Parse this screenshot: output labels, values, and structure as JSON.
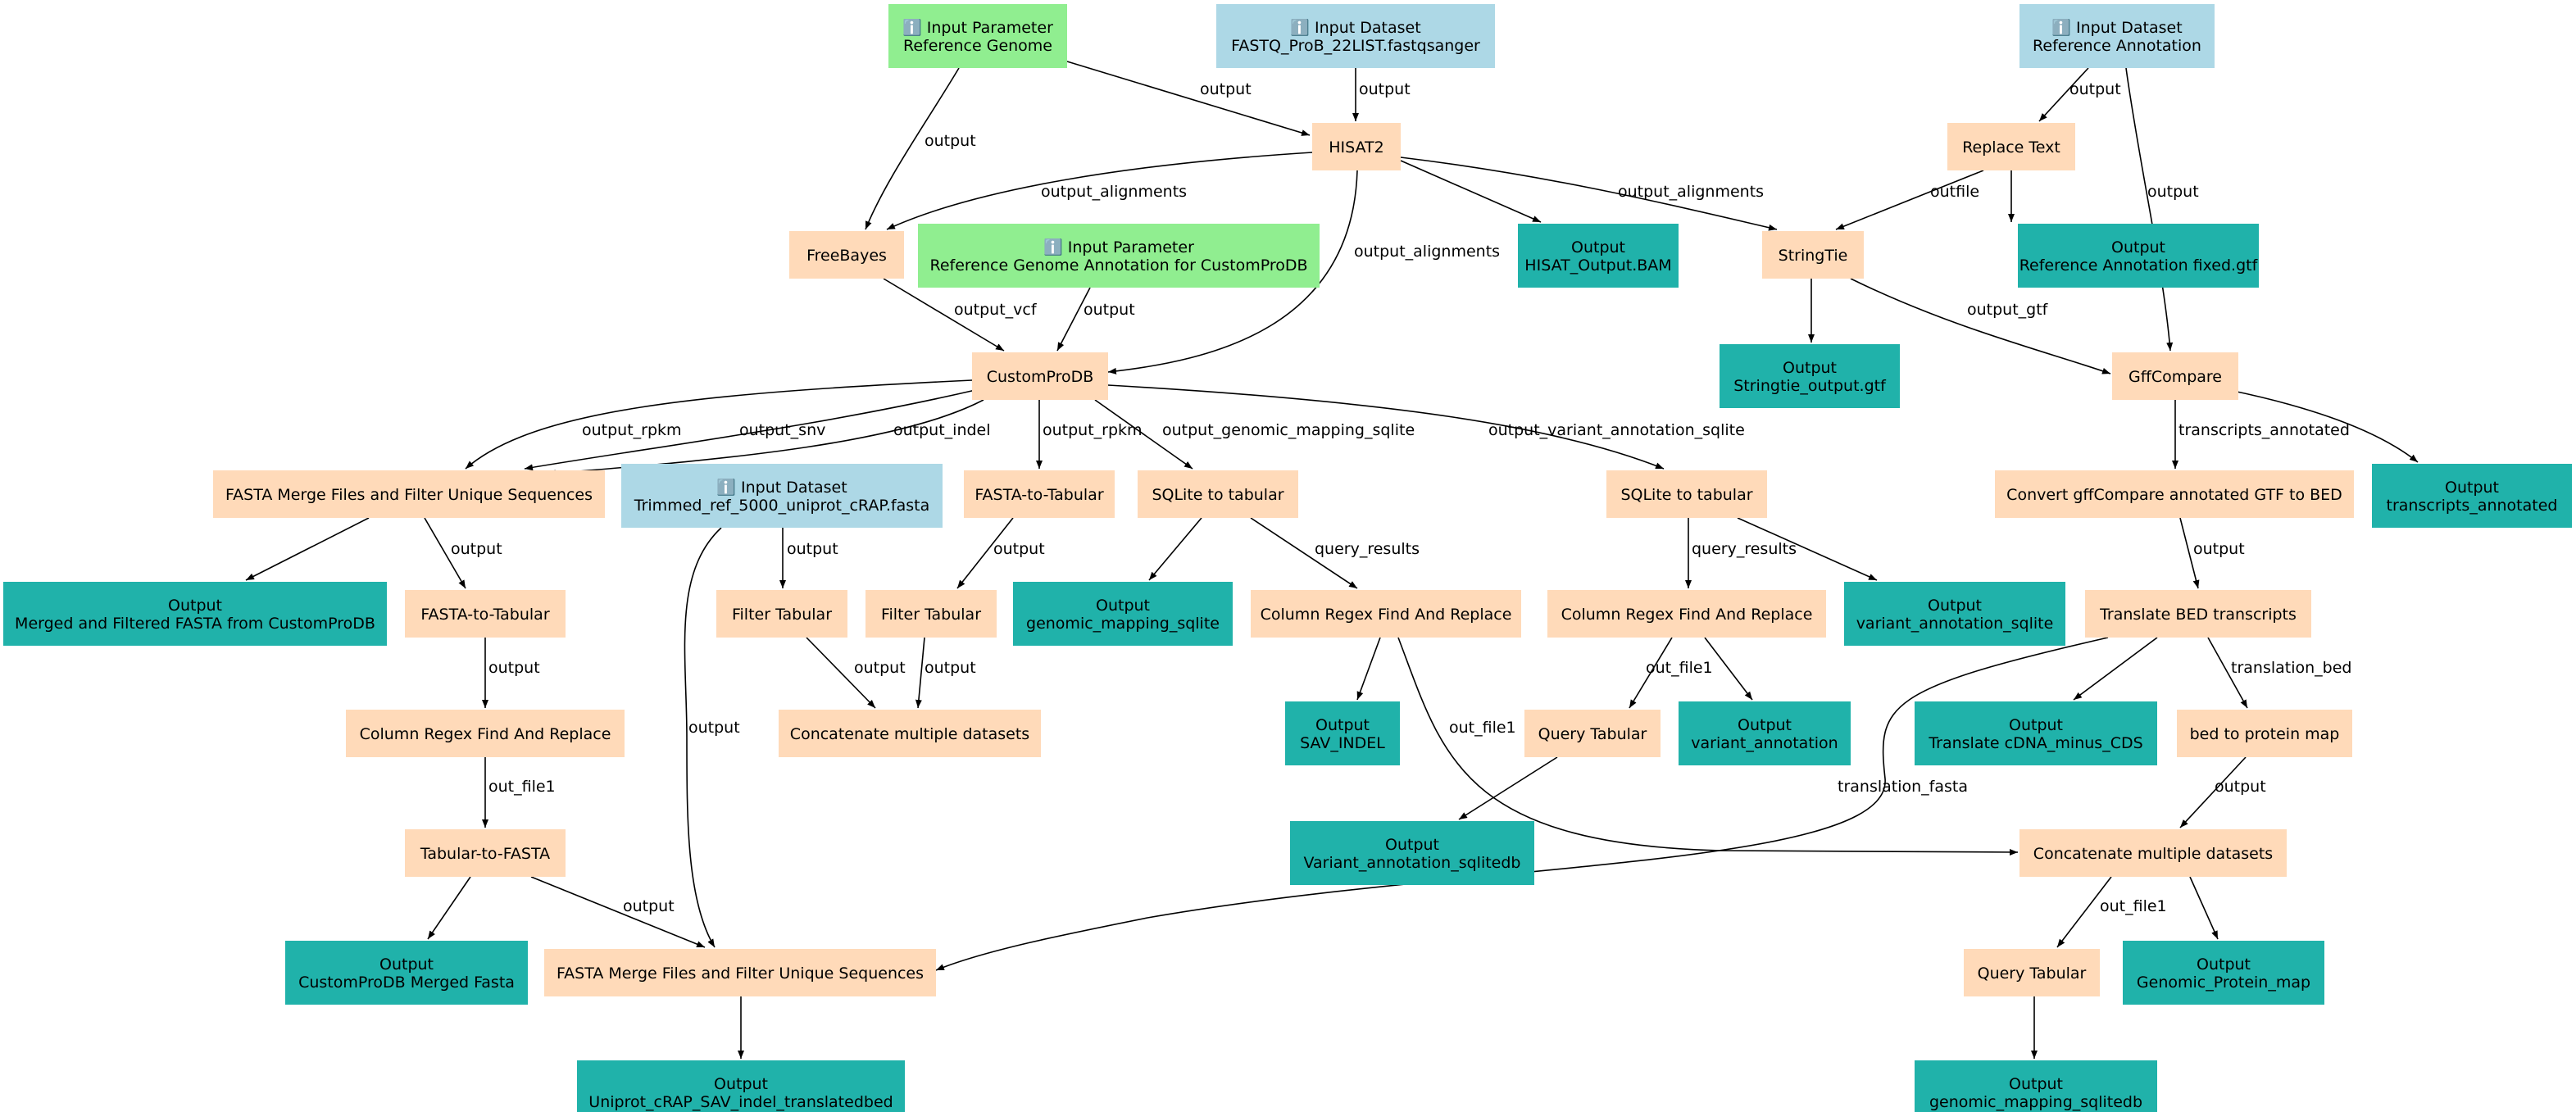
{
  "colors": {
    "input_parameter": "#90ee90",
    "input_dataset": "#add8e6",
    "tool": "#ffdab9",
    "output": "#20b2aa",
    "edge": "#000000"
  },
  "icons": {
    "input": "info-icon"
  },
  "nodes": [
    {
      "id": "n_refgen",
      "kind": "input_parameter",
      "lines": [
        "ℹ️ Input Parameter",
        "Reference Genome"
      ]
    },
    {
      "id": "n_fastq",
      "kind": "input_dataset",
      "lines": [
        "ℹ️ Input Dataset",
        "FASTQ_ProB_22LIST.fastqsanger"
      ]
    },
    {
      "id": "n_refann",
      "kind": "input_dataset",
      "lines": [
        "ℹ️ Input Dataset",
        "Reference Annotation"
      ]
    },
    {
      "id": "n_hisat2",
      "kind": "tool",
      "lines": [
        "HISAT2"
      ]
    },
    {
      "id": "n_replace",
      "kind": "tool",
      "lines": [
        "Replace Text"
      ]
    },
    {
      "id": "n_freebayes",
      "kind": "tool",
      "lines": [
        "FreeBayes"
      ]
    },
    {
      "id": "n_refgenann",
      "kind": "input_parameter",
      "lines": [
        "ℹ️ Input Parameter",
        "Reference Genome Annotation for CustomProDB"
      ]
    },
    {
      "id": "o_hisatbam",
      "kind": "output",
      "lines": [
        "Output",
        "HISAT_Output.BAM"
      ]
    },
    {
      "id": "n_stringtie",
      "kind": "tool",
      "lines": [
        "StringTie"
      ]
    },
    {
      "id": "o_refannfix",
      "kind": "output",
      "lines": [
        "Output",
        "Reference Annotation fixed.gtf"
      ]
    },
    {
      "id": "o_stringtie",
      "kind": "output",
      "lines": [
        "Output",
        "Stringtie_output.gtf"
      ]
    },
    {
      "id": "n_customprodb",
      "kind": "tool",
      "lines": [
        "CustomProDB"
      ]
    },
    {
      "id": "n_gffcompare",
      "kind": "tool",
      "lines": [
        "GffCompare"
      ]
    },
    {
      "id": "n_fastamerge1",
      "kind": "tool",
      "lines": [
        "FASTA Merge Files and Filter Unique Sequences"
      ]
    },
    {
      "id": "n_trimmed",
      "kind": "input_dataset",
      "lines": [
        "ℹ️ Input Dataset",
        "Trimmed_ref_5000_uniprot_cRAP.fasta"
      ]
    },
    {
      "id": "n_fasta2tab1",
      "kind": "tool",
      "lines": [
        "FASTA-to-Tabular"
      ]
    },
    {
      "id": "n_sqlite1",
      "kind": "tool",
      "lines": [
        "SQLite to tabular"
      ]
    },
    {
      "id": "n_sqlite2",
      "kind": "tool",
      "lines": [
        "SQLite to tabular"
      ]
    },
    {
      "id": "n_convertgff",
      "kind": "tool",
      "lines": [
        "Convert gffCompare annotated GTF to BED"
      ]
    },
    {
      "id": "o_transann",
      "kind": "output",
      "lines": [
        "Output",
        "transcripts_annotated"
      ]
    },
    {
      "id": "o_mergedfasta",
      "kind": "output",
      "lines": [
        "Output",
        "Merged and Filtered FASTA from CustomProDB"
      ]
    },
    {
      "id": "n_fasta2tab2",
      "kind": "tool",
      "lines": [
        "FASTA-to-Tabular"
      ]
    },
    {
      "id": "n_filtertab1",
      "kind": "tool",
      "lines": [
        "Filter Tabular"
      ]
    },
    {
      "id": "n_filtertab2",
      "kind": "tool",
      "lines": [
        "Filter Tabular"
      ]
    },
    {
      "id": "o_genmapsqlite",
      "kind": "output",
      "lines": [
        "Output",
        "genomic_mapping_sqlite"
      ]
    },
    {
      "id": "n_colregex1",
      "kind": "tool",
      "lines": [
        "Column Regex Find And Replace"
      ]
    },
    {
      "id": "n_colregex2",
      "kind": "tool",
      "lines": [
        "Column Regex Find And Replace"
      ]
    },
    {
      "id": "o_varannsqlite",
      "kind": "output",
      "lines": [
        "Output",
        "variant_annotation_sqlite"
      ]
    },
    {
      "id": "n_translatebed",
      "kind": "tool",
      "lines": [
        "Translate BED transcripts"
      ]
    },
    {
      "id": "n_colregex3",
      "kind": "tool",
      "lines": [
        "Column Regex Find And Replace"
      ]
    },
    {
      "id": "n_concat1",
      "kind": "tool",
      "lines": [
        "Concatenate multiple datasets"
      ]
    },
    {
      "id": "o_savindel",
      "kind": "output",
      "lines": [
        "Output",
        "SAV_INDEL"
      ]
    },
    {
      "id": "n_querytab1",
      "kind": "tool",
      "lines": [
        "Query Tabular"
      ]
    },
    {
      "id": "o_varann",
      "kind": "output",
      "lines": [
        "Output",
        "variant_annotation"
      ]
    },
    {
      "id": "o_transcds",
      "kind": "output",
      "lines": [
        "Output",
        "Translate cDNA_minus_CDS"
      ]
    },
    {
      "id": "n_bed2prot",
      "kind": "tool",
      "lines": [
        "bed to protein map"
      ]
    },
    {
      "id": "n_tab2fasta",
      "kind": "tool",
      "lines": [
        "Tabular-to-FASTA"
      ]
    },
    {
      "id": "o_varannsqlitedb",
      "kind": "output",
      "lines": [
        "Output",
        "Variant_annotation_sqlitedb"
      ]
    },
    {
      "id": "n_concat2",
      "kind": "tool",
      "lines": [
        "Concatenate multiple datasets"
      ]
    },
    {
      "id": "o_custommerged",
      "kind": "output",
      "lines": [
        "Output",
        "CustomProDB Merged Fasta"
      ]
    },
    {
      "id": "n_fastamerge2",
      "kind": "tool",
      "lines": [
        "FASTA Merge Files and Filter Unique Sequences"
      ]
    },
    {
      "id": "n_querytab2",
      "kind": "tool",
      "lines": [
        "Query Tabular"
      ]
    },
    {
      "id": "o_genprotmap",
      "kind": "output",
      "lines": [
        "Output",
        "Genomic_Protein_map"
      ]
    },
    {
      "id": "o_uniprot",
      "kind": "output",
      "lines": [
        "Output",
        "Uniprot_cRAP_SAV_indel_translatedbed"
      ]
    },
    {
      "id": "o_genmapsqlitedb",
      "kind": "output",
      "lines": [
        "Output",
        "genomic_mapping_sqlitedb"
      ]
    }
  ],
  "edges": [
    {
      "from": "n_refgen",
      "to": "n_hisat2",
      "label": "output"
    },
    {
      "from": "n_refgen",
      "to": "n_freebayes",
      "label": "output"
    },
    {
      "from": "n_fastq",
      "to": "n_hisat2",
      "label": "output"
    },
    {
      "from": "n_refann",
      "to": "n_replace",
      "label": "output"
    },
    {
      "from": "n_refann",
      "to": "n_gffcompare",
      "label": "output"
    },
    {
      "from": "n_hisat2",
      "to": "n_freebayes",
      "label": "output_alignments"
    },
    {
      "from": "n_hisat2",
      "to": "n_customprodb",
      "label": "output_alignments"
    },
    {
      "from": "n_hisat2",
      "to": "o_hisatbam",
      "label": ""
    },
    {
      "from": "n_hisat2",
      "to": "n_stringtie",
      "label": "output_alignments"
    },
    {
      "from": "n_replace",
      "to": "n_stringtie",
      "label": "outfile"
    },
    {
      "from": "n_replace",
      "to": "o_refannfix",
      "label": ""
    },
    {
      "from": "n_freebayes",
      "to": "n_customprodb",
      "label": "output_vcf"
    },
    {
      "from": "n_refgenann",
      "to": "n_customprodb",
      "label": "output"
    },
    {
      "from": "n_stringtie",
      "to": "o_stringtie",
      "label": ""
    },
    {
      "from": "n_stringtie",
      "to": "n_gffcompare",
      "label": "output_gtf"
    },
    {
      "from": "n_customprodb",
      "to": "n_fastamerge1",
      "label": "output_rpkm"
    },
    {
      "from": "n_customprodb",
      "to": "n_fastamerge1",
      "label": "output_snv"
    },
    {
      "from": "n_customprodb",
      "to": "n_fastamerge1",
      "label": "output_indel"
    },
    {
      "from": "n_customprodb",
      "to": "n_fasta2tab1",
      "label": "output_rpkm"
    },
    {
      "from": "n_customprodb",
      "to": "n_sqlite1",
      "label": "output_genomic_mapping_sqlite"
    },
    {
      "from": "n_customprodb",
      "to": "n_sqlite2",
      "label": "output_variant_annotation_sqlite"
    },
    {
      "from": "n_gffcompare",
      "to": "n_convertgff",
      "label": "transcripts_annotated"
    },
    {
      "from": "n_gffcompare",
      "to": "o_transann",
      "label": ""
    },
    {
      "from": "n_fastamerge1",
      "to": "o_mergedfasta",
      "label": ""
    },
    {
      "from": "n_fastamerge1",
      "to": "n_fasta2tab2",
      "label": "output"
    },
    {
      "from": "n_trimmed",
      "to": "n_filtertab1",
      "label": "output"
    },
    {
      "from": "n_trimmed",
      "to": "n_fastamerge2",
      "label": "output"
    },
    {
      "from": "n_fasta2tab1",
      "to": "n_filtertab2",
      "label": "output"
    },
    {
      "from": "n_sqlite1",
      "to": "o_genmapsqlite",
      "label": ""
    },
    {
      "from": "n_sqlite1",
      "to": "n_colregex1",
      "label": "query_results"
    },
    {
      "from": "n_sqlite2",
      "to": "n_colregex2",
      "label": "query_results"
    },
    {
      "from": "n_sqlite2",
      "to": "o_varannsqlite",
      "label": ""
    },
    {
      "from": "n_convertgff",
      "to": "n_translatebed",
      "label": "output"
    },
    {
      "from": "n_fasta2tab2",
      "to": "n_colregex3",
      "label": "output"
    },
    {
      "from": "n_filtertab1",
      "to": "n_concat1",
      "label": "output"
    },
    {
      "from": "n_filtertab2",
      "to": "n_concat1",
      "label": "output"
    },
    {
      "from": "n_colregex1",
      "to": "o_savindel",
      "label": ""
    },
    {
      "from": "n_colregex1",
      "to": "n_concat2",
      "label": "out_file1"
    },
    {
      "from": "n_colregex2",
      "to": "n_querytab1",
      "label": "out_file1"
    },
    {
      "from": "n_colregex2",
      "to": "o_varann",
      "label": ""
    },
    {
      "from": "n_translatebed",
      "to": "n_fastamerge2",
      "label": "translation_fasta"
    },
    {
      "from": "n_translatebed",
      "to": "o_transcds",
      "label": ""
    },
    {
      "from": "n_translatebed",
      "to": "n_bed2prot",
      "label": "translation_bed"
    },
    {
      "from": "n_colregex3",
      "to": "n_tab2fasta",
      "label": "out_file1"
    },
    {
      "from": "n_querytab1",
      "to": "o_varannsqlitedb",
      "label": ""
    },
    {
      "from": "n_bed2prot",
      "to": "n_concat2",
      "label": "output"
    },
    {
      "from": "n_tab2fasta",
      "to": "o_custommerged",
      "label": ""
    },
    {
      "from": "n_tab2fasta",
      "to": "n_fastamerge2",
      "label": "output"
    },
    {
      "from": "n_concat2",
      "to": "n_querytab2",
      "label": "out_file1"
    },
    {
      "from": "n_concat2",
      "to": "o_genprotmap",
      "label": ""
    },
    {
      "from": "n_fastamerge2",
      "to": "o_uniprot",
      "label": ""
    },
    {
      "from": "n_querytab2",
      "to": "o_genmapsqlitedb",
      "label": ""
    }
  ]
}
